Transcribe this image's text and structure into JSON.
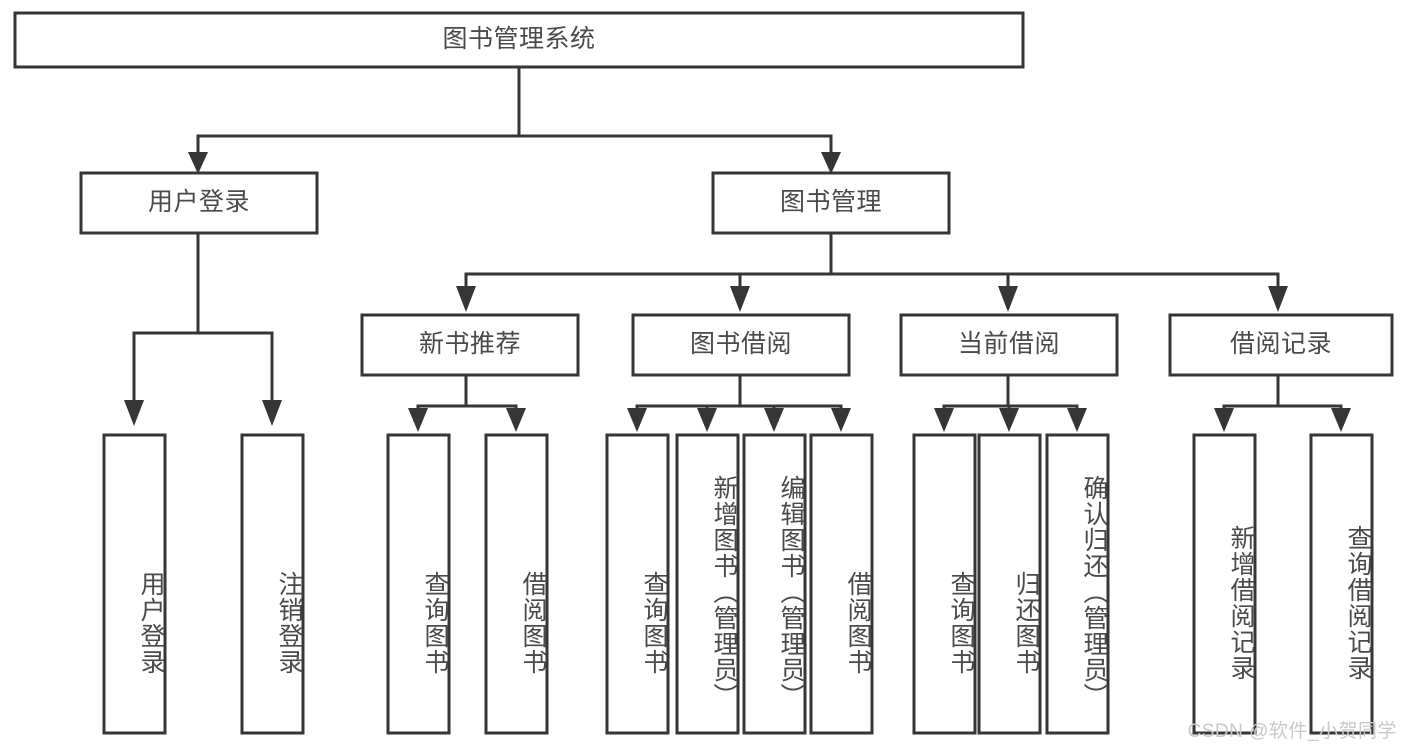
{
  "diagram": {
    "type": "tree-hierarchy-chart",
    "title": "图书管理系统",
    "colors": {
      "stroke": "#363636",
      "box_fill": "#ffffff",
      "text": "#4a4a4a",
      "background": "#ffffff",
      "watermark": "#c9c9c9"
    },
    "nodes": {
      "root": {
        "label": "图书管理系统"
      },
      "level1": [
        {
          "label": "用户登录"
        },
        {
          "label": "图书管理"
        }
      ],
      "level2": [
        {
          "label": "新书推荐"
        },
        {
          "label": "图书借阅"
        },
        {
          "label": "当前借阅"
        },
        {
          "label": "借阅记录"
        }
      ],
      "leaves": {
        "user_login": [
          {
            "label": "用户登录"
          },
          {
            "label": "注销登录"
          }
        ],
        "new_book_recommend": [
          {
            "label": "查询图书"
          },
          {
            "label": "借阅图书"
          }
        ],
        "book_borrow": [
          {
            "label": "查询图书"
          },
          {
            "label": "新增图书（管理员）"
          },
          {
            "label": "编辑图书（管理员）"
          },
          {
            "label": "借阅图书"
          }
        ],
        "current_borrow": [
          {
            "label": "查询图书"
          },
          {
            "label": "归还图书"
          },
          {
            "label": "确认归还（管理员）"
          }
        ],
        "borrow_record": [
          {
            "label": "新增借阅记录"
          },
          {
            "label": "查询借阅记录"
          }
        ]
      }
    },
    "watermark": "CSDN @软件_小贺同学"
  }
}
